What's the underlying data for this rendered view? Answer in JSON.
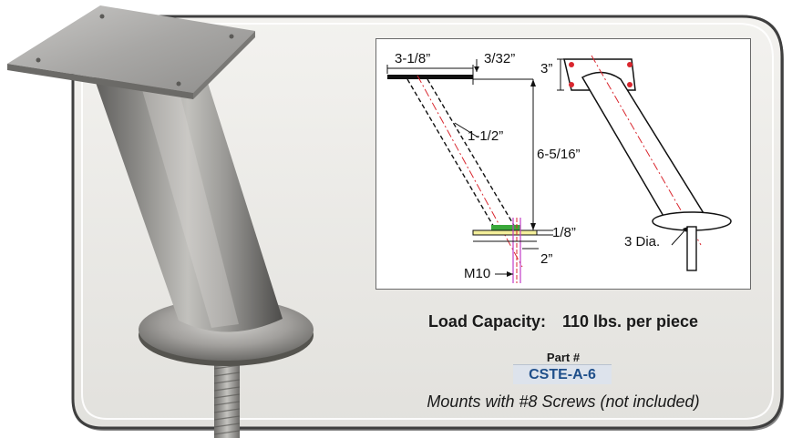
{
  "dimensions": {
    "plate_width": "3-1/8”",
    "plate_thickness": "3/32”",
    "plate_depth": "3”",
    "tube_diameter": "1-1/2”",
    "height": "6-5/16”",
    "base_thickness": "1/8”",
    "base_offset": "2”",
    "thread": "M10",
    "base_diameter": "3 Dia."
  },
  "load_capacity": {
    "label": "Load Capacity:",
    "value": "110 lbs. per piece"
  },
  "part": {
    "label": "Part #",
    "number": "CSTE-A-6"
  },
  "mounts_note": "Mounts with #8 Screws (not included)",
  "colors": {
    "panel": "#e9e8e4",
    "panel_border": "#3f3f3f",
    "part_number": "#1f4f8a",
    "centerline": "#d9262e"
  }
}
